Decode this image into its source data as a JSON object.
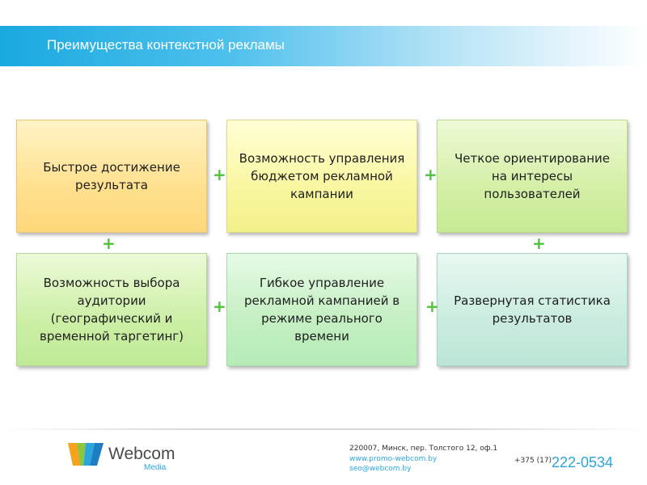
{
  "slide": {
    "title": "Преимущества контекстной рекламы"
  },
  "boxes": [
    {
      "lines": [
        "Быстрое достижение",
        "результата"
      ]
    },
    {
      "lines": [
        "Возможность управления",
        "бюджетом рекламной",
        "кампании"
      ]
    },
    {
      "lines": [
        "Четкое ориентирование",
        "на интересы",
        "пользователей"
      ]
    },
    {
      "lines": [
        "Возможность выбора",
        "аудитории",
        "(географический и",
        "временной таргетинг)"
      ]
    },
    {
      "lines": [
        "Гибкое управление",
        "рекламной кампанией в",
        "режиме реального",
        "времени"
      ]
    },
    {
      "lines": [
        "Развернутая статистика",
        "результатов"
      ]
    }
  ],
  "connector_symbol": "+",
  "footer": {
    "brand": "Webcom",
    "brand_sub": "Media",
    "address": "220007, Минск, пер. Толстого 12, оф.1",
    "website": "www.promo-webcom.by",
    "email": "seo@webcom.by",
    "phone_code": "+375 (17)",
    "phone_number": "222-0534"
  },
  "colors": {
    "accent": "#2ba6dd",
    "plus": "#4ec23a",
    "title_bar": "#1aa9e0"
  }
}
